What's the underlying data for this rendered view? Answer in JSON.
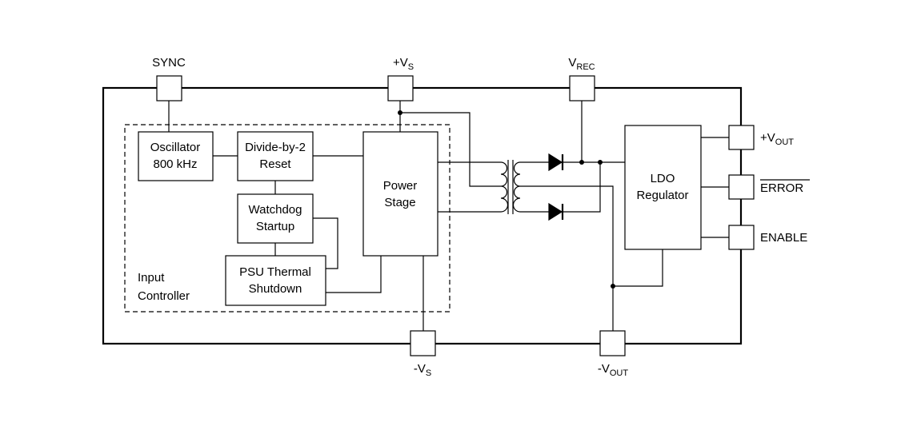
{
  "pins": {
    "sync": "SYNC",
    "vs_pos": {
      "prefix": "+V",
      "sub": "S"
    },
    "vrec": {
      "prefix": "V",
      "sub": "REC"
    },
    "vout_pos": {
      "prefix": "+V",
      "sub": "OUT"
    },
    "error": "ERROR",
    "enable": "ENABLE",
    "vs_neg": {
      "prefix": "-V",
      "sub": "S"
    },
    "vout_neg": {
      "prefix": "-V",
      "sub": "OUT"
    }
  },
  "blocks": {
    "oscillator": [
      "Oscillator",
      "800 kHz"
    ],
    "divider": [
      "Divide-by-2",
      "Reset"
    ],
    "watchdog": [
      "Watchdog",
      "Startup"
    ],
    "thermal": [
      "PSU Thermal",
      "Shutdown"
    ],
    "power_stage": [
      "Power",
      "Stage"
    ],
    "ldo": [
      "LDO",
      "Regulator"
    ]
  },
  "input_controller": [
    "Input",
    "Controller"
  ]
}
